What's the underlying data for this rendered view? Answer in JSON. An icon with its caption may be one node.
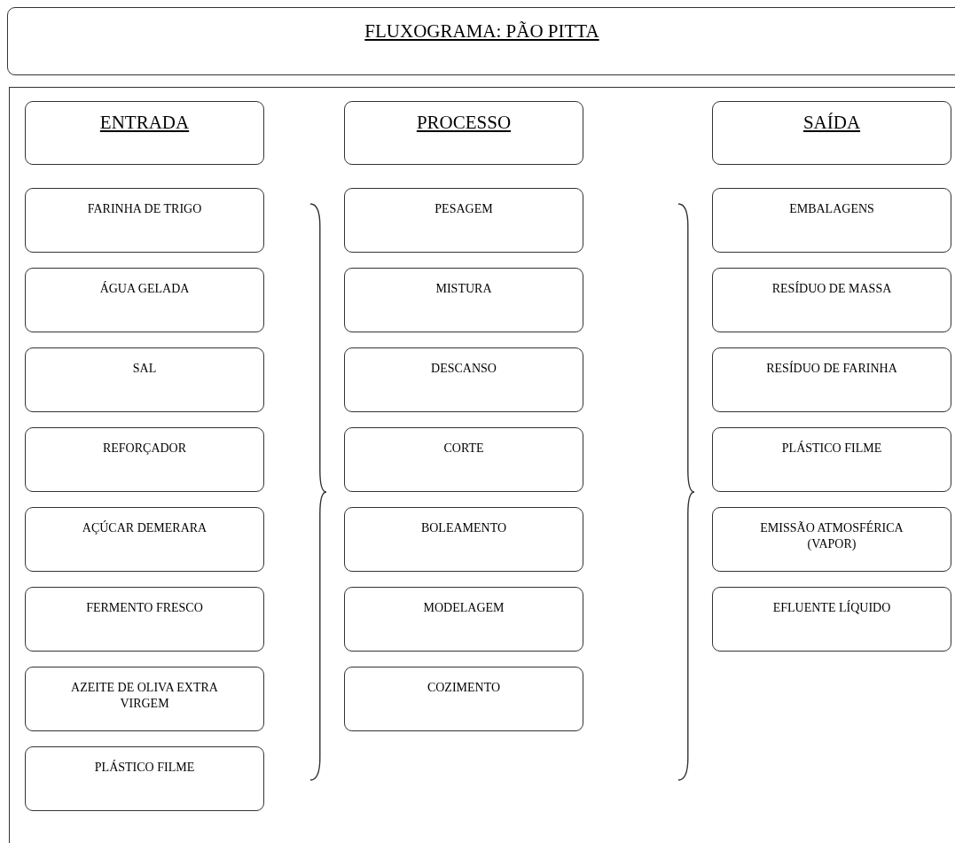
{
  "diagram": {
    "title": "FLUXOGRAMA: PÃO PITTA",
    "nodes": [
      {
        "text": [],
        "shape": "box"
      },
      {
        "text": [
          "ENTRADA"
        ],
        "in": 0
      },
      {
        "text": [
          "PROCESSO"
        ],
        "in": 0
      },
      {
        "text": [
          "SAÍDA"
        ],
        "in": 0
      },
      {
        "text": [
          "FARINHA DE TRIGO"
        ],
        "in": 0
      },
      {
        "text": [
          "ÁGUA GELADA"
        ],
        "in": 0
      },
      {
        "text": [
          "SAL"
        ],
        "in": 0
      },
      {
        "text": [
          "REFORÇADOR"
        ],
        "in": 0
      },
      {
        "text": [
          "AÇÚCAR DEMERARA"
        ],
        "in": 0
      },
      {
        "text": [
          "FERMENTO FRESCO"
        ],
        "in": 0
      },
      {
        "text": [
          "AZEITE DE OLIVA EXTRA VIRGEM"
        ],
        "in": 0
      },
      {
        "text": [
          "PLÁSTICO FILME"
        ],
        "in": 0
      },
      {
        "text": [
          "PESAGEM"
        ],
        "in": 0
      },
      {
        "text": [
          "MISTURA"
        ],
        "in": 0
      },
      {
        "text": [
          "DESCANSO"
        ],
        "in": 0
      },
      {
        "text": [
          "CORTE"
        ],
        "in": 0
      },
      {
        "text": [
          "BOLEAMENTO"
        ],
        "in": 0
      },
      {
        "text": [
          "MODELAGEM"
        ],
        "in": 0
      },
      {
        "text": [
          "COZIMENTO"
        ],
        "in": 0
      },
      {
        "text": [
          "EMBALAGENS"
        ],
        "in": 0
      },
      {
        "text": [
          "RESÍDUO DE MASSA"
        ],
        "in": 0
      },
      {
        "text": [
          "RESÍDUO DE FARINHA"
        ],
        "in": 0
      },
      {
        "text": [
          "PLÁSTICO FILME"
        ],
        "in": 0
      },
      {
        "text": [
          "EMISSÃO ATMOSFÉRICA (VAPOR)"
        ],
        "in": 0
      },
      {
        "text": [
          "EFLUENTE LÍQUIDO"
        ],
        "in": 0
      }
    ]
  }
}
